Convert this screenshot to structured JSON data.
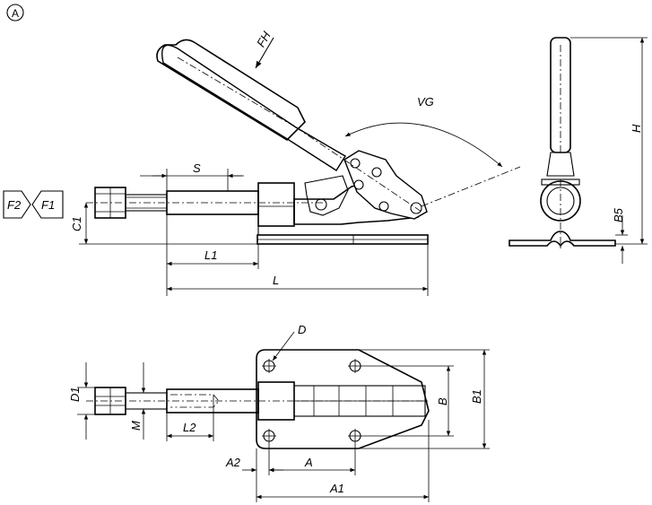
{
  "view_marker": "A",
  "forces": {
    "f2": "F2",
    "f1": "F1",
    "fh": "FH"
  },
  "angle_label": "VG",
  "dims": {
    "s": "S",
    "c1": "C1",
    "l1": "L1",
    "l": "L",
    "h": "H",
    "b5": "B5",
    "d": "D",
    "d1": "D1",
    "m": "M",
    "l2": "L2",
    "a": "A",
    "a1": "A1",
    "a2": "A2",
    "b": "B",
    "b1": "B1"
  }
}
